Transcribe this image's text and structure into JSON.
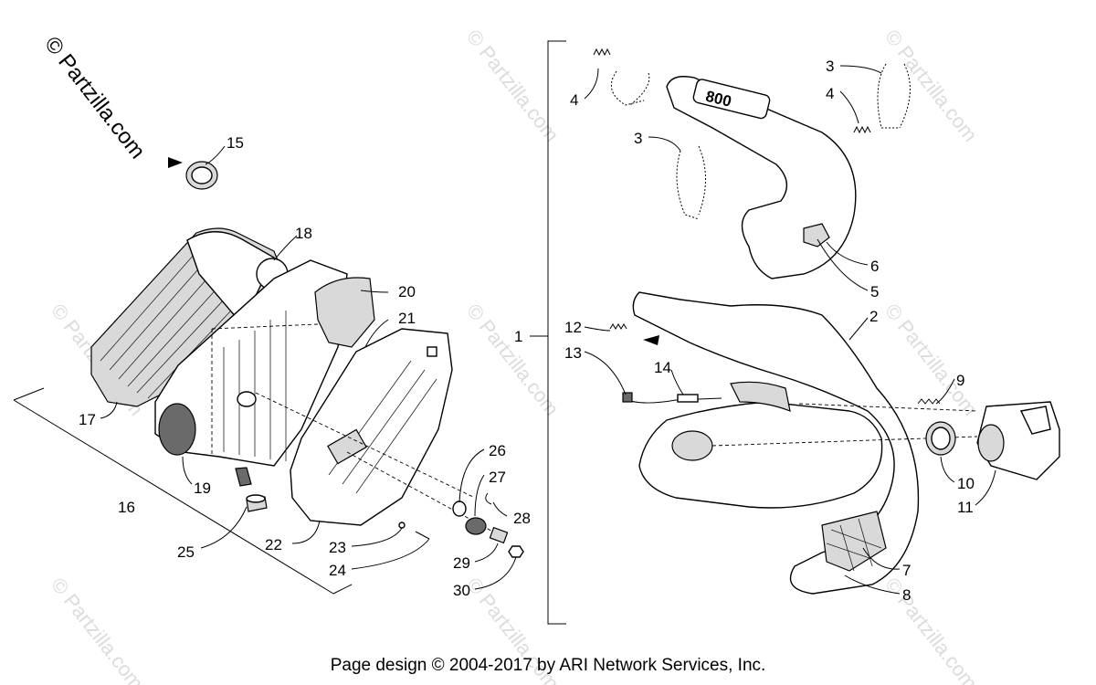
{
  "watermark": {
    "main": "© Partzilla.com",
    "faint": "© Partzilla.com"
  },
  "footer": "Page design © 2004-2017 by ARI Network Services, Inc.",
  "callouts": {
    "c1": "1",
    "c2": "2",
    "c3a": "3",
    "c3b": "3",
    "c4a": "4",
    "c4b": "4",
    "c5": "5",
    "c6": "6",
    "c7": "7",
    "c8": "8",
    "c9": "9",
    "c10": "10",
    "c11": "11",
    "c12": "12",
    "c13": "13",
    "c14": "14",
    "c15": "15",
    "c16": "16",
    "c17": "17",
    "c18": "18",
    "c19": "19",
    "c20": "20",
    "c21": "21",
    "c22": "22",
    "c23": "23",
    "c24": "24",
    "c25": "25",
    "c26": "26",
    "c27": "27",
    "c28": "28",
    "c29": "29",
    "c30": "30"
  },
  "heatshield_text": "800"
}
